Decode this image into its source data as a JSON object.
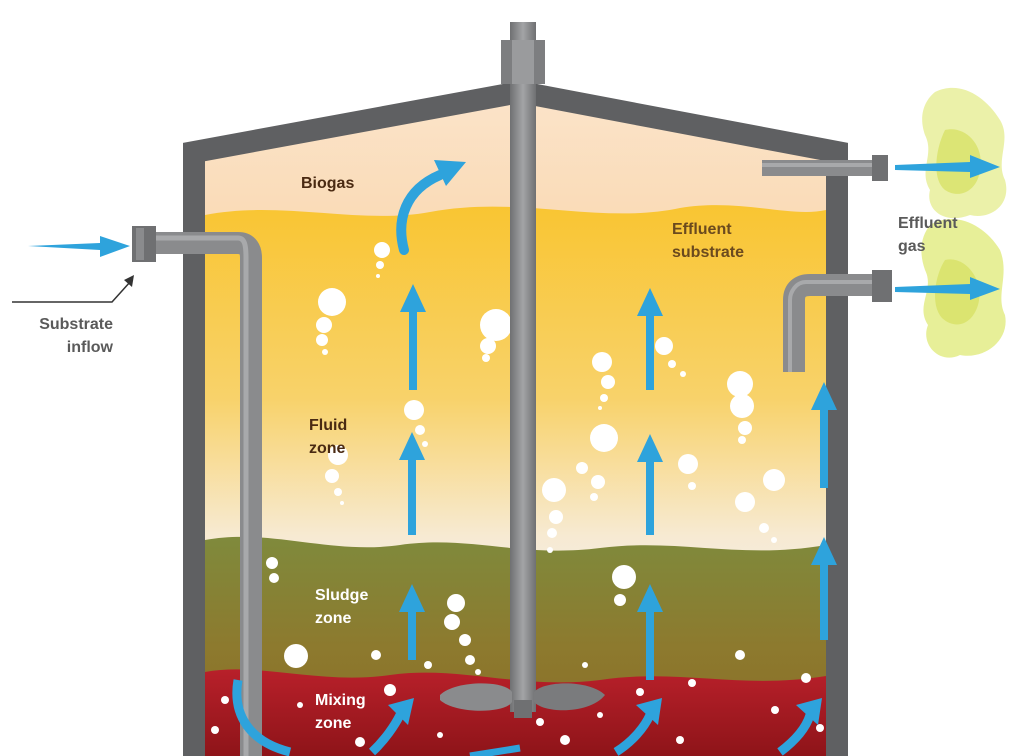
{
  "labels": {
    "biogas": "Biogas",
    "effluent_substrate": [
      "Effluent",
      "substrate"
    ],
    "effluent_gas": [
      "Effluent",
      "gas"
    ],
    "substrate_inflow": [
      "Substrate",
      "inflow"
    ],
    "fluid_zone": [
      "Fluid",
      "zone"
    ],
    "sludge_zone": [
      "Sludge",
      "zone"
    ],
    "mixing_zone": [
      "Mixing",
      "zone"
    ]
  },
  "colors": {
    "tank_wall": "#5f6062",
    "pipe": "#8a8b8d",
    "arrow": "#2ea3dc",
    "biogas_zone": "#f7c98e",
    "fluid_zone": "#f5f0e6",
    "sludge_zone": "#8e8a3a",
    "mixing_zone": "#a61e24",
    "effluent_gas_cloud": "#e3ec86"
  }
}
